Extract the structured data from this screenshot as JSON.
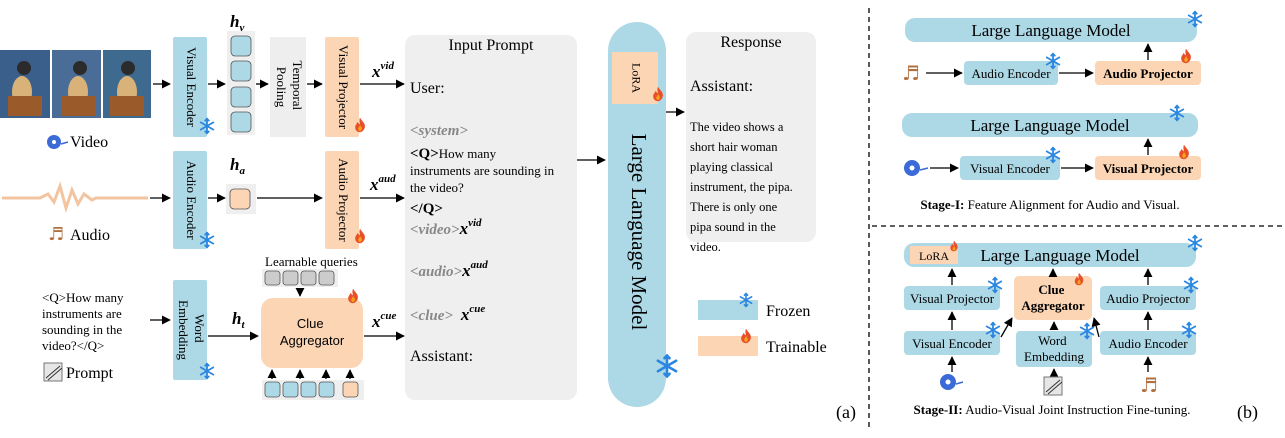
{
  "inputs": {
    "video_label": "Video",
    "audio_label": "Audio",
    "prompt_label": "Prompt",
    "prompt_text": [
      "<Q>How many",
      "instruments are",
      "sounding in the",
      "video?</Q>"
    ]
  },
  "blocks": {
    "visual_encoder": "Visual Encoder",
    "audio_encoder": "Audio Encoder",
    "word_embedding": [
      "Word",
      "Embedding"
    ],
    "temporal_pooling": [
      "Temporal",
      "Pooling"
    ],
    "visual_projector": "Visual Projector",
    "audio_projector": "Audio Projector",
    "clue_aggregator": [
      "Clue",
      "Aggregator"
    ],
    "learnable_queries": "Learnable queries",
    "llm": "Large Language Model",
    "lora": "LoRA"
  },
  "symbols": {
    "h_v": "h",
    "h_v_sub": "v",
    "h_a": "h",
    "h_a_sub": "a",
    "h_t": "h",
    "h_t_sub": "t",
    "x": "x",
    "vid": "vid",
    "aud": "aud",
    "cue": "cue"
  },
  "prompt_panel": {
    "title": "Input Prompt",
    "user": "User:",
    "system": "<system>",
    "q_open": "<Q>",
    "q_text_1": "How many",
    "q_text_2": "instruments are sounding in",
    "q_text_3": "the video?",
    "q_close": "</Q>",
    "video_tag": "<video>",
    "audio_tag": "<audio>",
    "clue_tag": "<clue>",
    "assistant": "Assistant:"
  },
  "response_panel": {
    "title": "Response",
    "assistant": "Assistant:",
    "lines": [
      "The video shows a",
      "short hair woman",
      "playing classical",
      "instrument, the pipa.",
      "There is only one",
      "pipa sound in the",
      "video."
    ]
  },
  "legend": {
    "frozen": "Frozen",
    "trainable": "Trainable"
  },
  "part_labels": {
    "a": "(a)",
    "b": "(b)"
  },
  "stage1": {
    "llm1": "Large Language Model",
    "audio_encoder": "Audio Encoder",
    "audio_projector": "Audio Projector",
    "llm2": "Large Language Model",
    "visual_encoder": "Visual Encoder",
    "visual_projector": "Visual Projector",
    "caption_bold": "Stage-I:",
    "caption_rest": " Feature Alignment for Audio and Visual."
  },
  "stage2": {
    "lora": "LoRA",
    "llm": "Large Language Model",
    "visual_projector": "Visual Projector",
    "clue_aggregator": [
      "Clue",
      "Aggregator"
    ],
    "audio_projector": "Audio Projector",
    "visual_encoder": "Visual Encoder",
    "word_embedding": [
      "Word",
      "Embedding"
    ],
    "audio_encoder": "Audio Encoder",
    "caption_bold": "Stage-II:",
    "caption_rest": " Audio-Visual Joint Instruction Fine-tuning."
  },
  "colors": {
    "frozen": "#add8e6",
    "trainable": "#fcd5b4",
    "panel": "#efefef",
    "flame": "#e8502a",
    "snow": "#2a86e0"
  }
}
